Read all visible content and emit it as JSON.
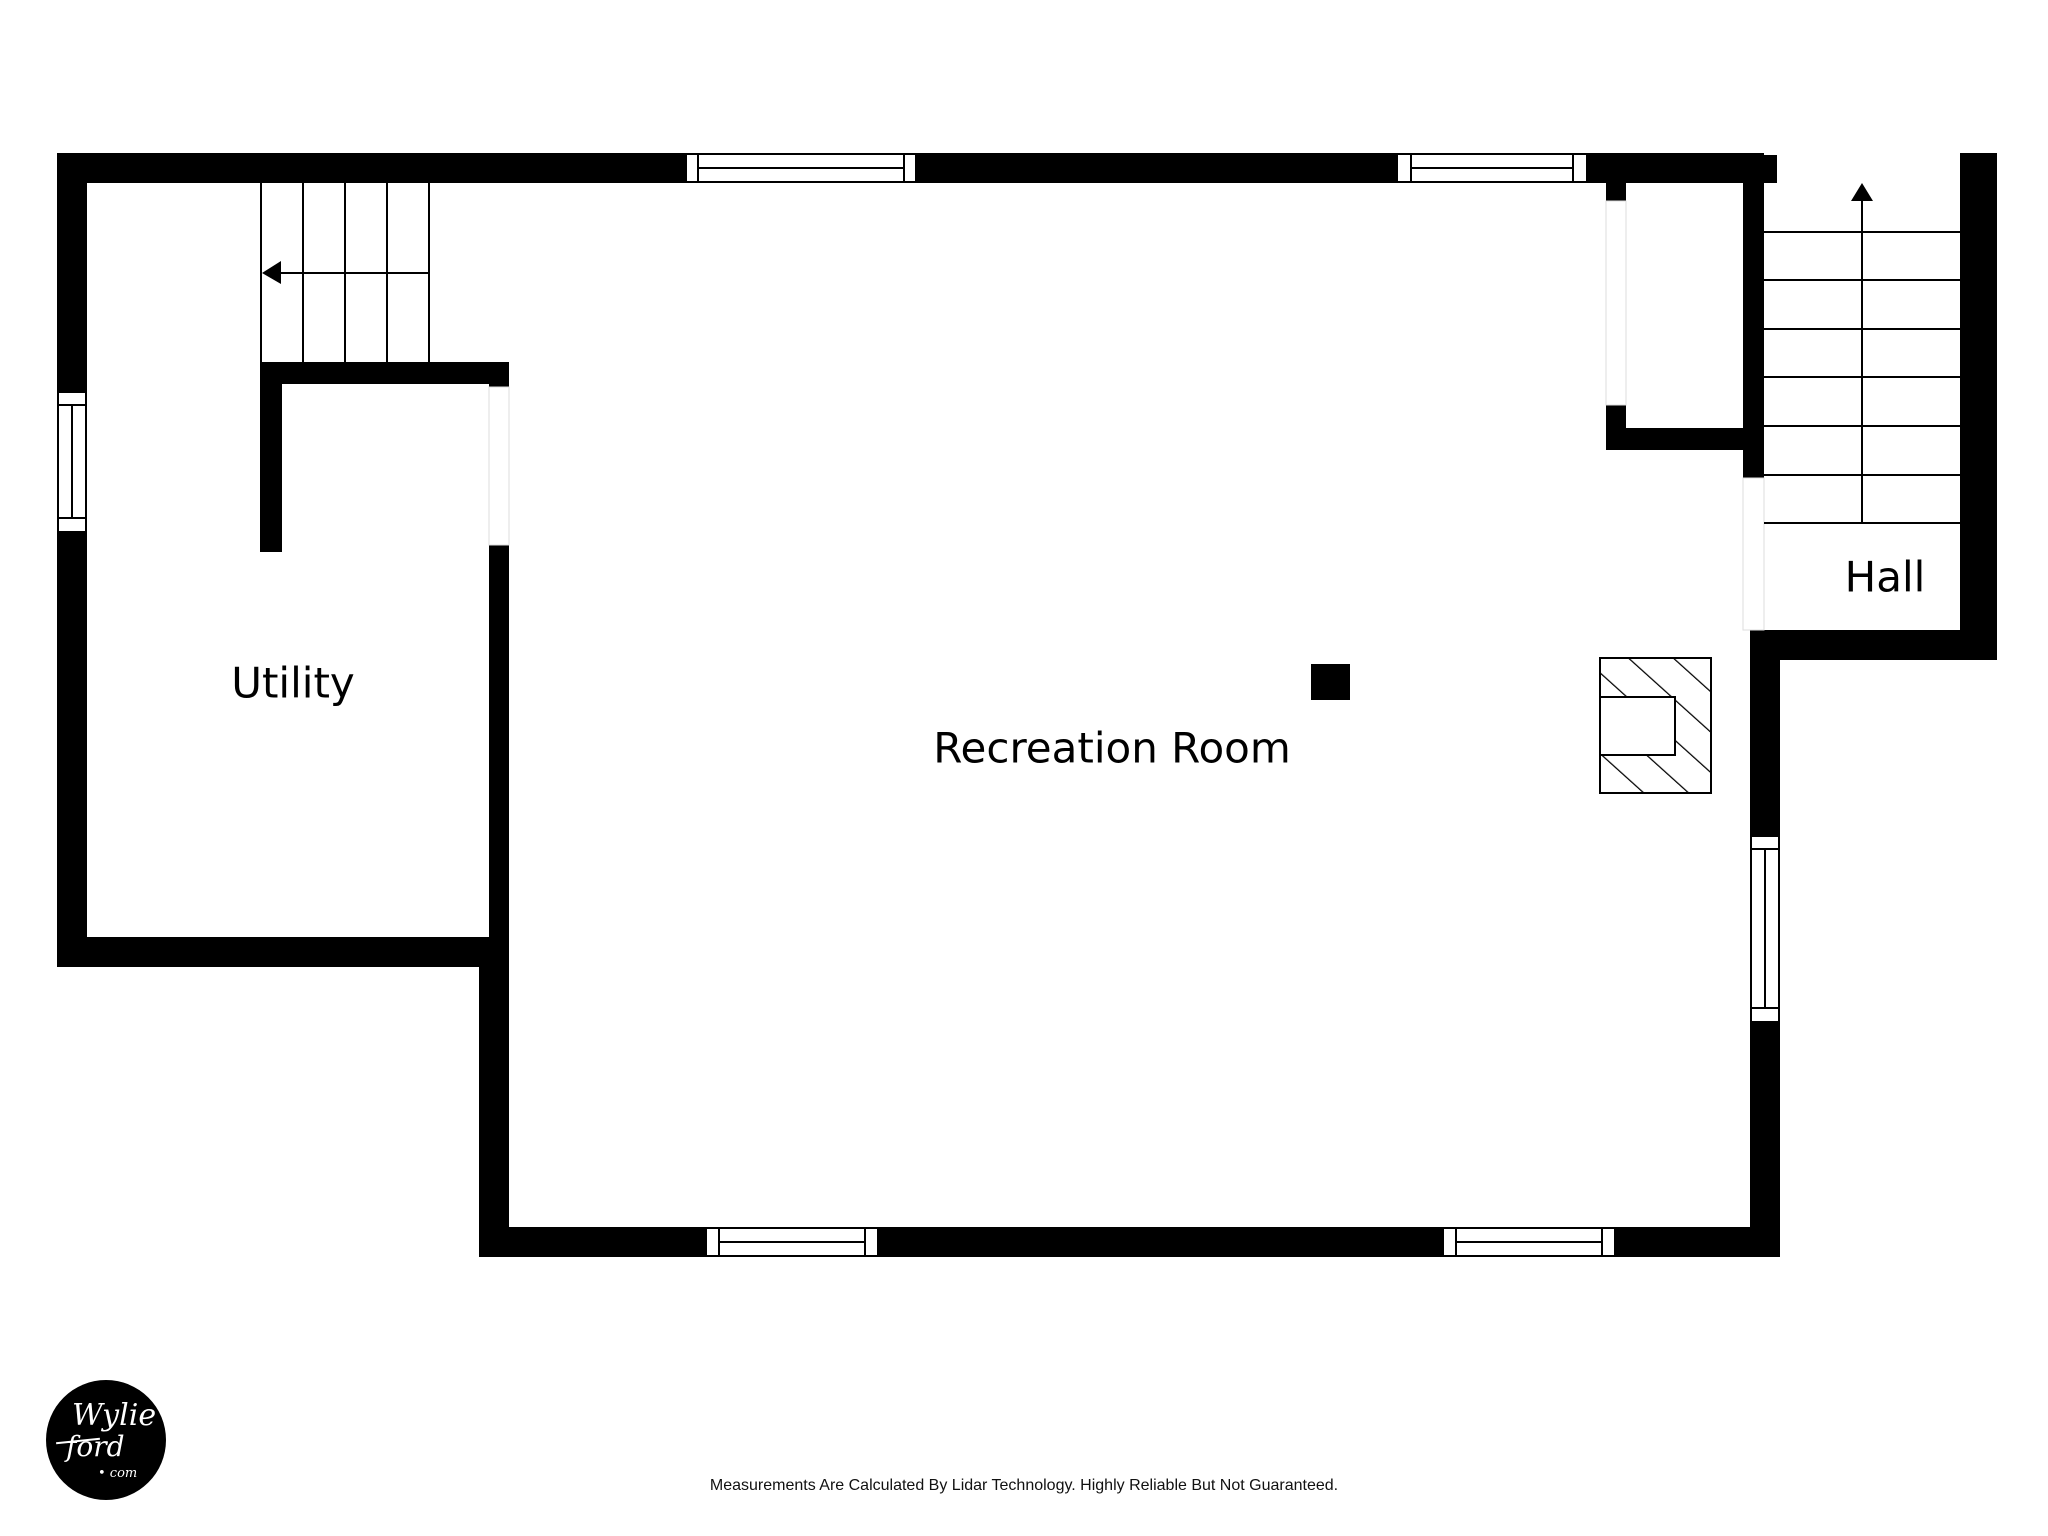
{
  "floorplan": {
    "rooms": [
      {
        "id": "utility",
        "label": "Utility"
      },
      {
        "id": "recreation",
        "label": "Recreation Room"
      },
      {
        "id": "hall",
        "label": "Hall"
      }
    ],
    "fixtures": [
      {
        "type": "stairs-down",
        "location": "utility",
        "direction": "left"
      },
      {
        "type": "stairs-up",
        "location": "hall",
        "direction": "up"
      },
      {
        "type": "fireplace",
        "location": "recreation"
      },
      {
        "type": "column",
        "location": "recreation"
      }
    ],
    "windows_count": 8
  },
  "footer": {
    "disclaimer": "Measurements Are Calculated By Lidar Technology. Highly Reliable But Not Guaranteed."
  },
  "logo": {
    "line1": "Wylie",
    "line2": "ford",
    "line3": "• com"
  },
  "colors": {
    "wall": "#000000",
    "background": "#ffffff"
  }
}
